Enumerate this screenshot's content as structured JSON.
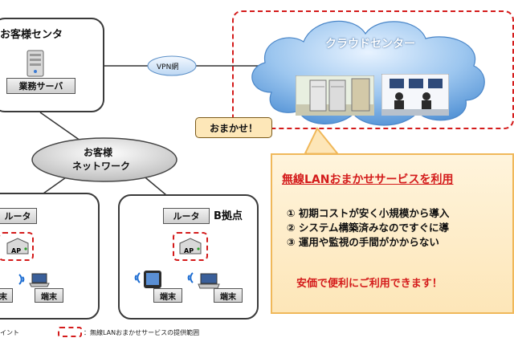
{
  "customer_center": {
    "title": "お客様センタ",
    "server_label": "業務サーバ"
  },
  "vpn": {
    "label": "VPN網"
  },
  "cloud": {
    "title": "クラウドセンター"
  },
  "omakase_badge": "おまかせ！",
  "network": {
    "line1": "お客様",
    "line2": "ネットワーク"
  },
  "site_a": {
    "router_label": "ルータ",
    "ap_label": "AP",
    "terminal1": "末",
    "terminal2": "端末"
  },
  "site_b": {
    "title": "B拠点",
    "router_label": "ルータ",
    "ap_label": "AP",
    "terminal1": "端末",
    "terminal2": "端末"
  },
  "callout": {
    "title": "無線LANおまかせサービスを利用",
    "points": [
      "① 初期コストが安く小規模から導入",
      "② システム構築済みなのですぐに導",
      "③ 運用や監視の手間がかからない"
    ],
    "slogan": "安価で便利にご利用できます！"
  },
  "legend": {
    "left_text": "イント",
    "right_text": "：無線LANおまかせサービスの提供範囲"
  },
  "colors": {
    "accent_red": "#d41b1b",
    "cloud_blue": "#6fa8e0",
    "callout_bg": "#fde6b8"
  }
}
